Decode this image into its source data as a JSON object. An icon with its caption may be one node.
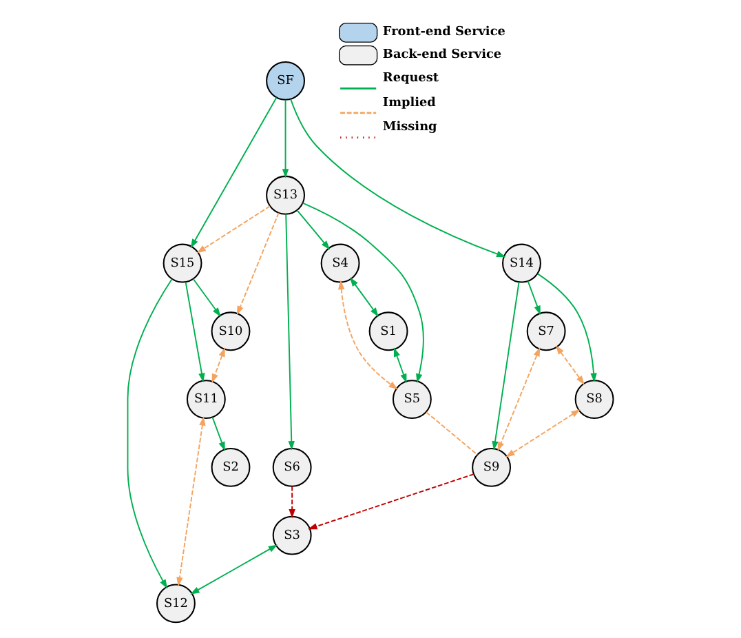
{
  "diagram": {
    "nodes": [
      {
        "text": [
          "SF"
        ]
      },
      {
        "text": [
          "S14"
        ]
      },
      {
        "text": [
          "S15"
        ]
      },
      {
        "text": [
          "S13"
        ]
      },
      {
        "text": [
          "S11"
        ]
      },
      {
        "text": [
          "S10"
        ]
      },
      {
        "text": [
          "S7"
        ]
      },
      {
        "text": [
          "S8"
        ]
      },
      {
        "text": [
          "S4"
        ]
      },
      {
        "text": [
          "S2"
        ]
      },
      {
        "text": [
          "S5"
        ]
      },
      {
        "text": [
          "S9"
        ]
      },
      {
        "text": [
          "S12"
        ]
      },
      {
        "text": [
          "S1"
        ]
      },
      {
        "text": [
          "S6"
        ]
      },
      {
        "text": [
          "S3"
        ]
      }
    ],
    "edges": [
      {
        "from": 0,
        "to": 3,
        "arrow": "to"
      },
      {
        "from": 0,
        "to": 1,
        "arrow": "to"
      },
      {
        "from": 0,
        "to": 2,
        "arrow": "to"
      },
      {
        "from": 1,
        "to": 6,
        "arrow": "to"
      },
      {
        "from": 1,
        "to": 7,
        "arrow": "to"
      },
      {
        "from": 1,
        "to": 11,
        "arrow": "to"
      },
      {
        "from": 2,
        "to": 5,
        "arrow": "to"
      },
      {
        "from": 2,
        "to": 4,
        "arrow": "to"
      },
      {
        "from": 2,
        "to": 12,
        "arrow": "to"
      },
      {
        "from": 3,
        "to": 8,
        "arrow": "to"
      },
      {
        "from": 3,
        "to": 10,
        "arrow": "to"
      },
      {
        "from": 3,
        "to": 14,
        "arrow": "to"
      },
      {
        "from": 4,
        "to": 9,
        "arrow": "to"
      },
      {
        "from": 8,
        "to": 13,
        "arrow": "both"
      },
      {
        "from": 13,
        "to": 10,
        "arrow": "both"
      },
      {
        "from": 15,
        "to": 12,
        "arrow": "both"
      },
      {
        "from": 3,
        "to": 2,
        "arrow": "to",
        "style": "dashed",
        "color": "#f4a460"
      },
      {
        "from": 3,
        "to": 5,
        "arrow": "to",
        "style": "dashed",
        "color": "#f4a460"
      },
      {
        "from": 5,
        "to": 4,
        "arrow": "both",
        "style": "dashed",
        "color": "#f4a460"
      },
      {
        "from": 4,
        "to": 12,
        "arrow": "both",
        "style": "dashed",
        "color": "#f4a460"
      },
      {
        "from": 6,
        "to": 7,
        "arrow": "both",
        "style": "dashed",
        "color": "#f4a460"
      },
      {
        "from": 6,
        "to": 11,
        "arrow": "both",
        "style": "dashed",
        "color": "#f4a460"
      },
      {
        "from": 7,
        "to": 11,
        "arrow": "both",
        "style": "dashed",
        "color": "#f4a460"
      },
      {
        "from": 8,
        "to": 10,
        "arrow": "both",
        "style": "dashed",
        "color": "#f4a460"
      },
      {
        "from": 10,
        "to": 11,
        "arrow": "none",
        "style": "dashed",
        "color": "#f4a460"
      },
      {
        "from": 11,
        "to": 15,
        "arrow": "to",
        "style": "dashed",
        "color": "#c00000"
      },
      {
        "from": 14,
        "to": 15,
        "arrow": "to",
        "style": "dashed",
        "color": "#c00000"
      }
    ],
    "legend": [
      {
        "text": "Front-end Service",
        "color": "#b4d4ee"
      },
      {
        "text": "Back-end Service",
        "color": "#f0f0f0"
      },
      {
        "text": "Request"
      },
      {
        "text": "Implied"
      },
      {
        "text": "Missing"
      }
    ]
  }
}
